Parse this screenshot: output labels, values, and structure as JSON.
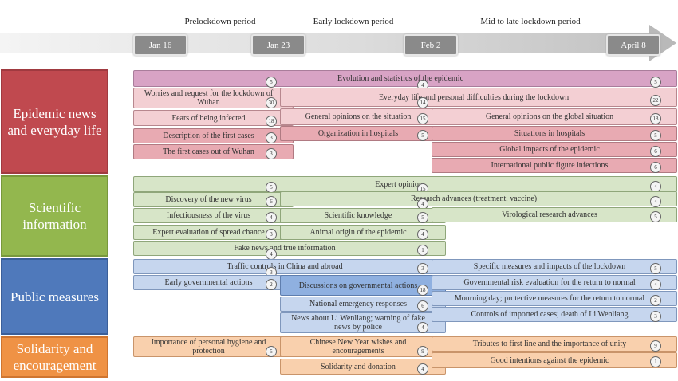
{
  "timeline": {
    "phases": [
      "Prelockdown period",
      "Early lockdown period",
      "Mid to late lockdown period"
    ],
    "dates": [
      "Jan 16",
      "Jan 23",
      "Feb 2",
      "April 8"
    ]
  },
  "categories": [
    {
      "label": "Epidemic news and everyday life",
      "color": "#c0494f"
    },
    {
      "label": "Scientific information",
      "color": "#93b74e"
    },
    {
      "label": "Public measures",
      "color": "#4f79bb"
    },
    {
      "label": "Solidarity and encouragement",
      "color": "#ef9245"
    }
  ],
  "topics": [
    {
      "text": "Evolution and statistics of the epidemic",
      "badges": [
        "5",
        "4",
        "5"
      ]
    },
    {
      "text": "Worries and request for the lockdown of Wuhan",
      "badges": [
        "30"
      ]
    },
    {
      "text": "Everyday life and personal difficulties during the lockdown",
      "badges": [
        "14",
        "22"
      ]
    },
    {
      "text": "Fears of being infected",
      "badges": [
        "18"
      ]
    },
    {
      "text": "General opinions on the situation",
      "badges": [
        "15"
      ]
    },
    {
      "text": "General opinions on the global situation",
      "badges": [
        "18"
      ]
    },
    {
      "text": "Description of the first cases",
      "badges": [
        "3"
      ]
    },
    {
      "text": "Organization in hospitals",
      "badges": [
        "5"
      ]
    },
    {
      "text": "Situations in hospitals",
      "badges": [
        "5"
      ]
    },
    {
      "text": "The first cases out of Wuhan",
      "badges": [
        "3"
      ]
    },
    {
      "text": "Global impacts of the epidemic",
      "badges": [
        "6"
      ]
    },
    {
      "text": "International public figure infections",
      "badges": [
        "6"
      ]
    },
    {
      "text": "Expert opinions",
      "badges": [
        "5",
        "15",
        "4"
      ]
    },
    {
      "text": "Discovery of the new virus",
      "badges": [
        "6"
      ]
    },
    {
      "text": "Research advances (treatment. vaccine)",
      "badges": [
        "4",
        "4"
      ]
    },
    {
      "text": "Infectiousness of the virus",
      "badges": [
        "4"
      ]
    },
    {
      "text": "Scientific knowledge",
      "badges": [
        "5"
      ]
    },
    {
      "text": "Virological research advances",
      "badges": [
        "5"
      ]
    },
    {
      "text": "Expert evaluation of spread chance",
      "badges": [
        "3"
      ]
    },
    {
      "text": "Animal origin of the epidemic",
      "badges": [
        "4"
      ]
    },
    {
      "text": "Fake news and true information",
      "badges": [
        "4",
        "1"
      ]
    },
    {
      "text": "Traffic controls in China and abroad",
      "badges": [
        "3",
        "3"
      ]
    },
    {
      "text": "Specific measures and impacts of the lockdown",
      "badges": [
        "5"
      ]
    },
    {
      "text": "Early governmental actions",
      "badges": [
        "2"
      ]
    },
    {
      "text": "Discussions on governmental actions",
      "badges": [
        "18"
      ]
    },
    {
      "text": "Governmental risk evaluation for the return to normal",
      "badges": [
        "4"
      ]
    },
    {
      "text": "National emergency responses",
      "badges": [
        "6"
      ]
    },
    {
      "text": "Mourning day; protective measures for the return to normal",
      "badges": [
        "2"
      ]
    },
    {
      "text": "News about Li Wenliang; warning of fake news by police",
      "badges": [
        "4"
      ]
    },
    {
      "text": "Controls of imported cases; death of Li Wenliang",
      "badges": [
        "3"
      ]
    },
    {
      "text": "Importance of personal hygiene and protection",
      "badges": [
        "5"
      ]
    },
    {
      "text": "Chinese New Year wishes and encouragements",
      "badges": [
        "9"
      ]
    },
    {
      "text": "Tributes to first line and the importance of unity",
      "badges": [
        "9"
      ]
    },
    {
      "text": "Solidarity and donation",
      "badges": [
        "4"
      ]
    },
    {
      "text": "Good intentions against the epidemic",
      "badges": [
        "1"
      ]
    }
  ]
}
